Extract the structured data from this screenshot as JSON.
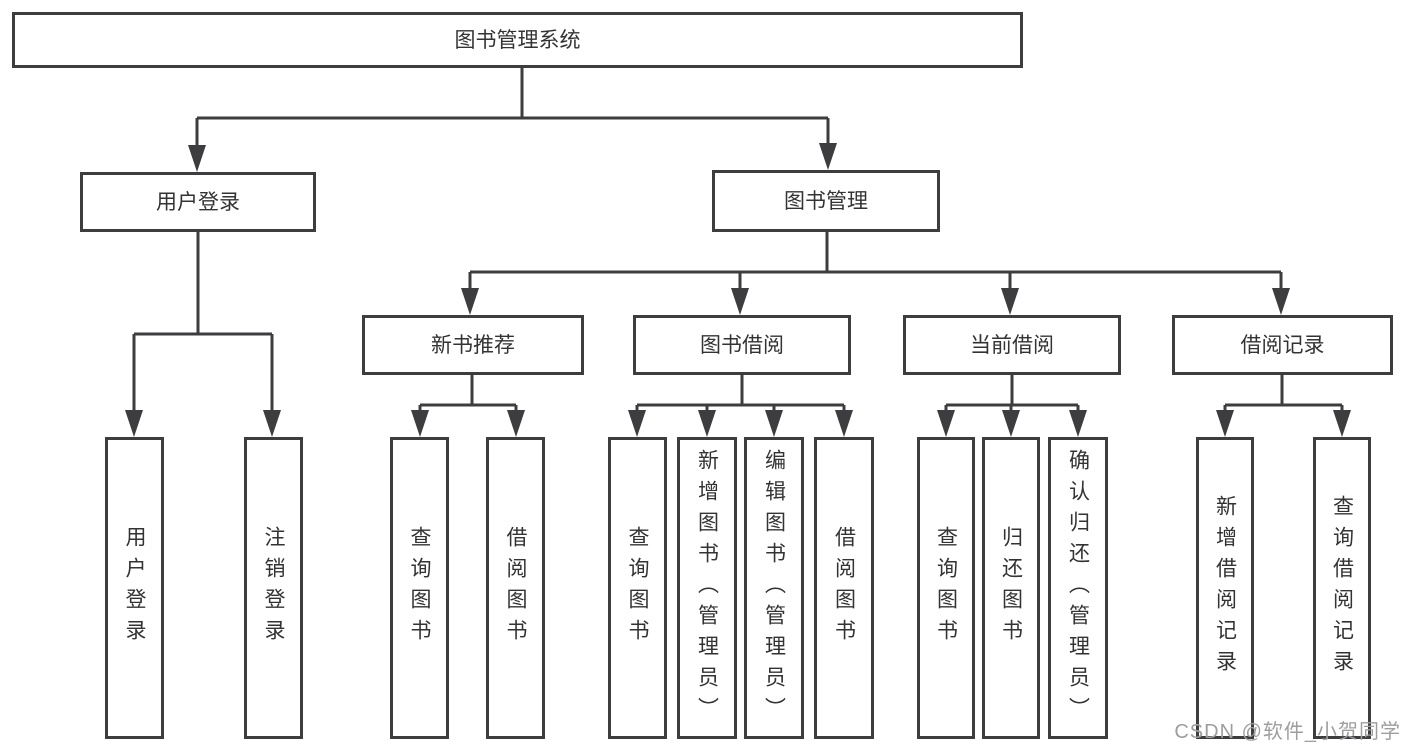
{
  "tree": {
    "label": "图书管理系统",
    "children": [
      {
        "label": "用户登录",
        "children": [
          {
            "label": "用户登录"
          },
          {
            "label": "注销登录"
          }
        ]
      },
      {
        "label": "图书管理",
        "children": [
          {
            "label": "新书推荐",
            "children": [
              {
                "label": "查询图书"
              },
              {
                "label": "借阅图书"
              }
            ]
          },
          {
            "label": "图书借阅",
            "children": [
              {
                "label": "查询图书"
              },
              {
                "label": "新增图书（管理员）"
              },
              {
                "label": "编辑图书（管理员）"
              },
              {
                "label": "借阅图书"
              }
            ]
          },
          {
            "label": "当前借阅",
            "children": [
              {
                "label": "查询图书"
              },
              {
                "label": "归还图书"
              },
              {
                "label": "确认归还（管理员）"
              }
            ]
          },
          {
            "label": "借阅记录",
            "children": [
              {
                "label": "新增借阅记录"
              },
              {
                "label": "查询借阅记录"
              }
            ]
          }
        ]
      }
    ]
  },
  "watermark": "CSDN @软件_小贺同学",
  "colors": {
    "line": "#3d3d3f",
    "text": "#333333",
    "watermark": "#9e9e9e",
    "background": "#ffffff"
  }
}
